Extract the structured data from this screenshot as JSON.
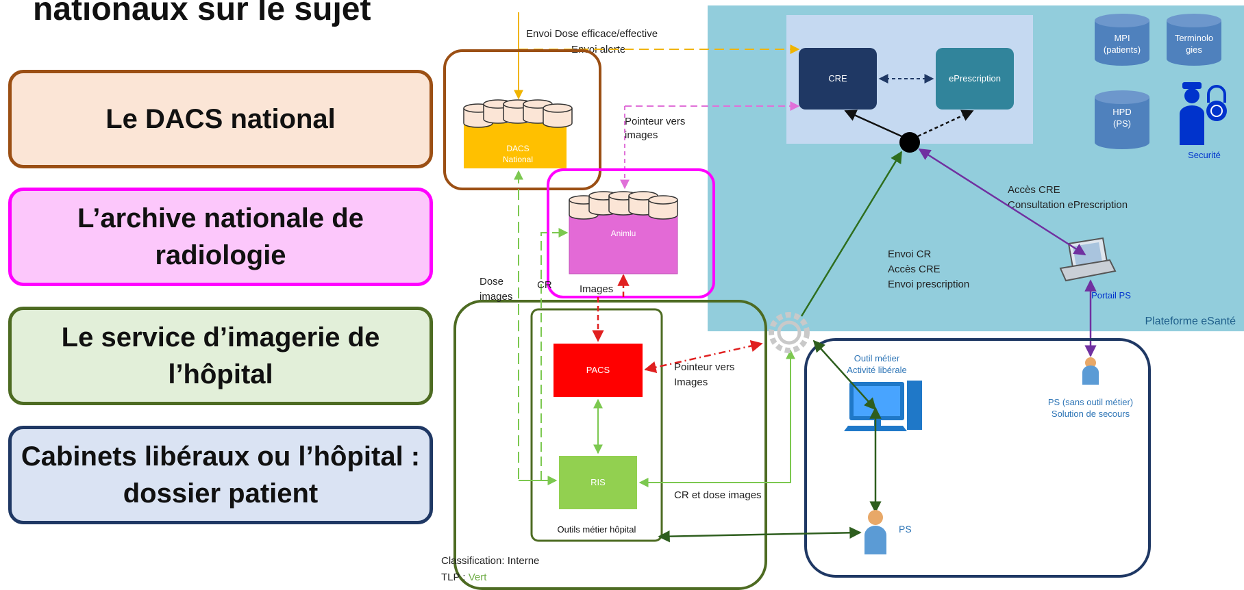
{
  "title": "nationaux sur le sujet",
  "legend": [
    {
      "label": "Le DACS national"
    },
    {
      "label": "L’archive nationale de radiologie"
    },
    {
      "label": "Le service d’imagerie de l’hôpital"
    },
    {
      "label": "Cabinets libéraux ou l’hôpital : dossier patient"
    }
  ],
  "diagram": {
    "top_labels": {
      "dose": "Envoi Dose efficace/effective",
      "alerte": "Envoi alerte"
    },
    "dacs": "DACS\nNational",
    "animlu": "Animlu",
    "pointer_images_top": "Pointeur vers\nimages",
    "dose_images": "Dose\nimages",
    "cr_short": "CR",
    "images_label": "Images",
    "pacs": "PACS",
    "ris": "RIS",
    "outils_hopital": "Outils métier hôpital",
    "pointer_images_mid": "Pointeur vers\nImages",
    "cr_dose_images": "CR et dose images",
    "cre": "CRE",
    "eprescription": "ePrescription",
    "mpi": "MPI\n(patients)",
    "terminologies": "Terminolo\ngies",
    "hpd": "HPD\n(PS)",
    "securite": "Securité",
    "acces_cre_block": "Accès CRE\nConsultation ePrescription",
    "envoi_block": "Envoi CR\nAccès CRE\nEnvoi prescription",
    "portail_ps": "Portail PS",
    "plateforme": "Plateforme eSanté",
    "outil_liberale": "Outil métier\nActivité libérale",
    "ps_secours": "PS (sans outil métier)\nSolution de secours",
    "ps": "PS",
    "classification": "Classification: Interne",
    "tlp_prefix": "TLP : ",
    "tlp_value": "Vert"
  },
  "colors": {
    "platform_bg": "#92cddc",
    "inner_bg": "#c5d9f1",
    "cre_box": "#1f3864",
    "eprescription_box": "#31849b",
    "db": "#4f81bd",
    "dacs_box": "#ffc000",
    "animlu_box": "#e36ad6",
    "pacs_box": "#ff0000",
    "ris_box": "#92d050"
  }
}
